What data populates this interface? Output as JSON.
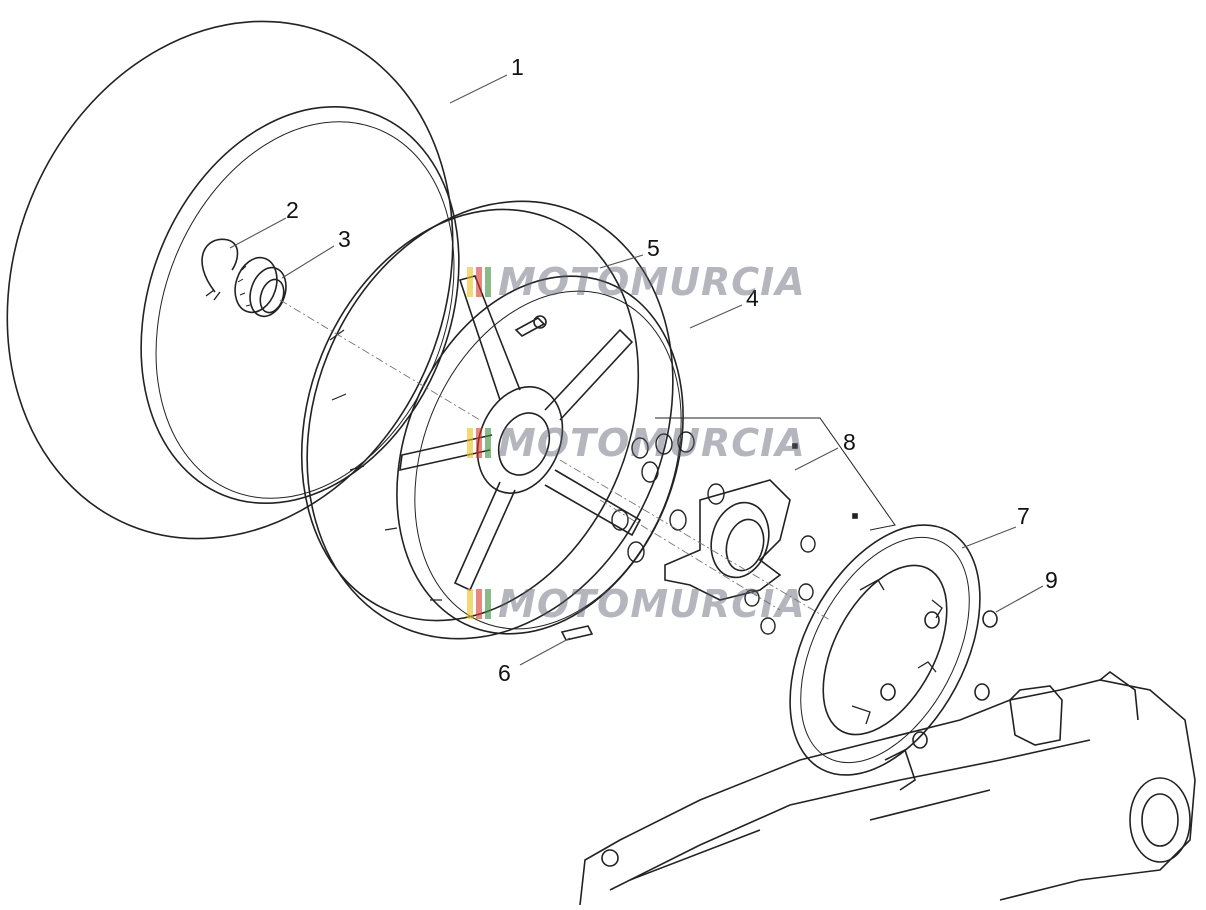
{
  "callouts": [
    {
      "id": "1",
      "label": "1"
    },
    {
      "id": "2",
      "label": "2"
    },
    {
      "id": "3",
      "label": "3"
    },
    {
      "id": "4",
      "label": "4"
    },
    {
      "id": "5",
      "label": "5"
    },
    {
      "id": "6",
      "label": "6"
    },
    {
      "id": "7",
      "label": "7"
    },
    {
      "id": "8",
      "label": "8"
    },
    {
      "id": "9",
      "label": "9"
    }
  ],
  "watermark": {
    "text": "MOTOMURCIA",
    "colors": [
      "#e8c21a",
      "#d9352b",
      "#3a8c3a"
    ]
  },
  "colors": {
    "line": "#222222",
    "leader": "#555555",
    "background": "#ffffff"
  }
}
